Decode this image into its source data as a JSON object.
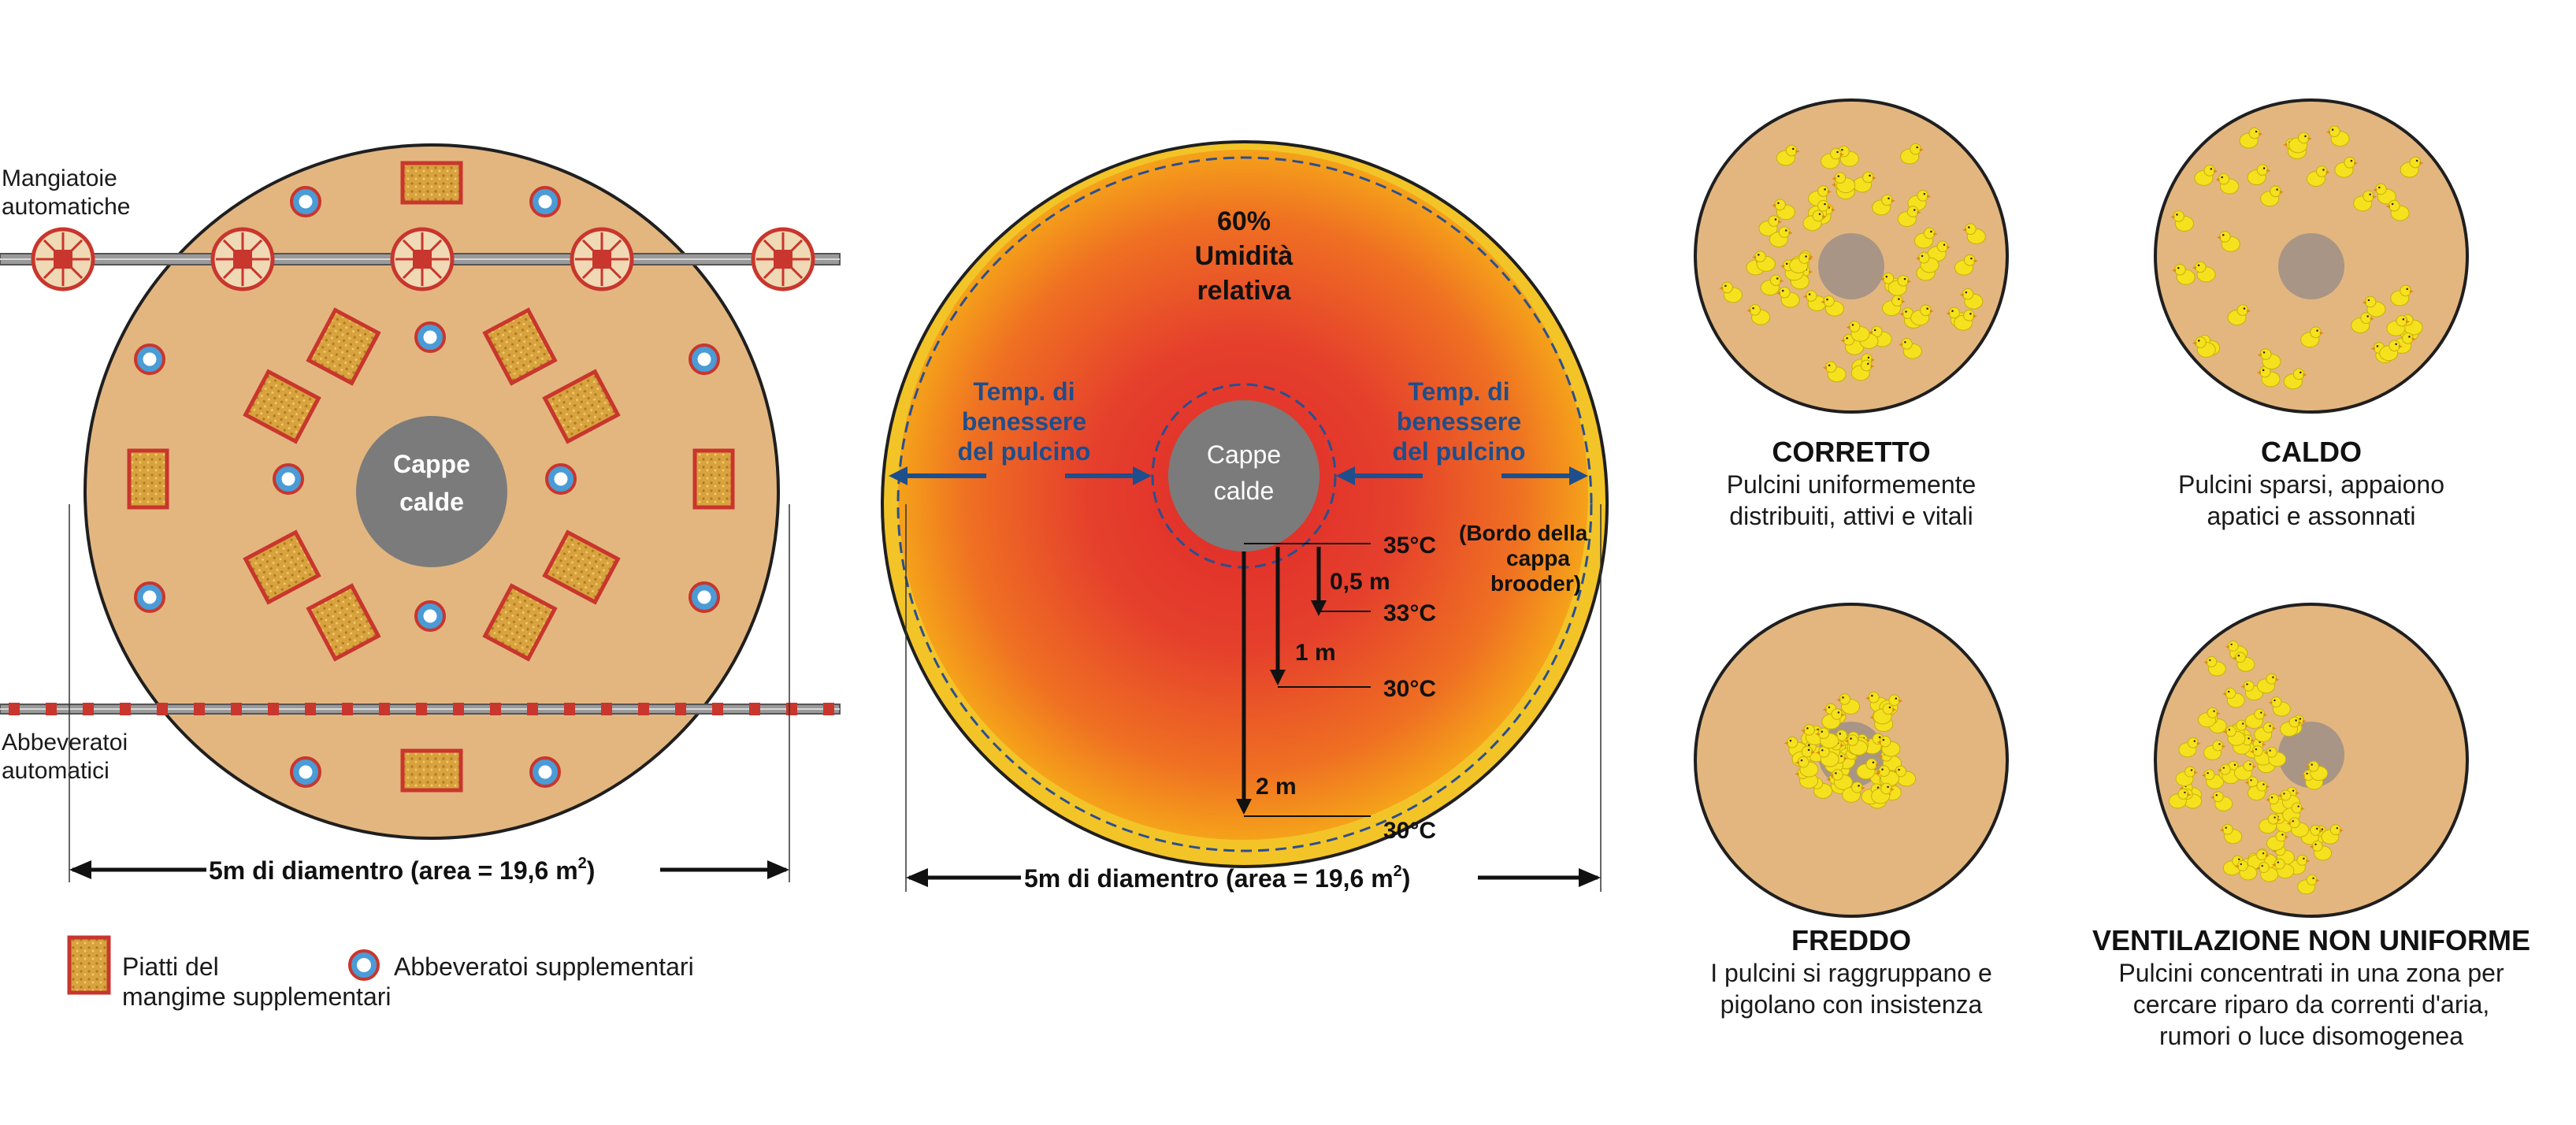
{
  "colors": {
    "litter": "#e3b680",
    "outline": "#1f1f1f",
    "hood": "#7b7b7b",
    "hood_small": "#a89585",
    "feeder_tray": "#c8362d",
    "feed": "#d9a441",
    "drinker_ring": "#4a9bd6",
    "pipe": "#8f8f8f",
    "blue_text": "#1e4e8c",
    "heat_center": "#e23b2e",
    "heat_edge": "#f5a21a",
    "heat_rim": "#f3c428",
    "chick": "#f5e11e"
  },
  "layout_diagram": {
    "feeders_label_1": "Mangiatoie",
    "feeders_label_2": "automatiche",
    "drinkers_label_1": "Abbeveratoi",
    "drinkers_label_2": "automatici",
    "hood_label_1": "Cappe",
    "hood_label_2": "calde",
    "diameter_label": "5m di diamentro (area = 19,6 m",
    "diameter_sup": "2",
    "diameter_close": ")"
  },
  "legend": {
    "plates_label_1": "Piatti del",
    "plates_label_2": "mangime supplementari",
    "drinkers_label": "Abbeveratoi supplementari"
  },
  "heat_diagram": {
    "humidity_1": "60%",
    "humidity_2": "Umidità",
    "humidity_3": "relativa",
    "comfort_left_1": "Temp. di",
    "comfort_left_2": "benessere",
    "comfort_left_3": "del pulcino",
    "comfort_right_1": "Temp. di",
    "comfort_right_2": "benessere",
    "comfort_right_3": "del pulcino",
    "hood_label_1": "Cappe",
    "hood_label_2": "calde",
    "temp_35": "35°C",
    "edge_note_1": "(Bordo della",
    "edge_note_2": "cappa",
    "edge_note_3": "brooder)",
    "dist_05": "0,5 m",
    "temp_33": "33°C",
    "dist_1": "1 m",
    "temp_30a": "30°C",
    "dist_2": "2 m",
    "temp_30b": "30°C",
    "diameter_label": "5m di diamentro (area = 19,6 m",
    "diameter_sup": "2",
    "diameter_close": ")"
  },
  "behaviors": [
    {
      "title": "CORRETTO",
      "line1": "Pulcini uniformemente",
      "line2": "distribuiti, attivi e vitali",
      "line3": ""
    },
    {
      "title": "CALDO",
      "line1": "Pulcini sparsi, appaiono",
      "line2": "apatici e assonnati",
      "line3": ""
    },
    {
      "title": "FREDDO",
      "line1": "I pulcini si raggruppano e",
      "line2": "pigolano con insistenza",
      "line3": ""
    },
    {
      "title": "VENTILAZIONE NON UNIFORME",
      "line1": "Pulcini concentrati in una zona per",
      "line2": "cercare riparo da correnti d'aria,",
      "line3": "rumori o luce disomogenea"
    }
  ]
}
